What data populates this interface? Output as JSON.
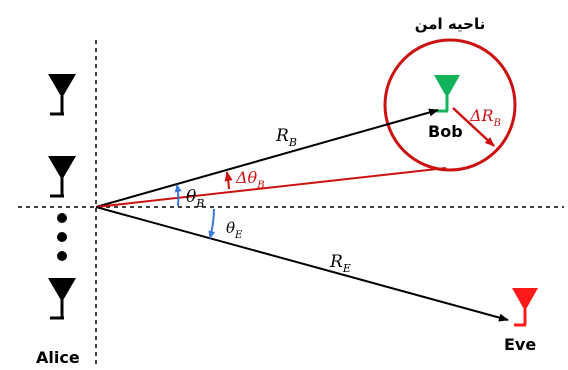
{
  "labels": {
    "safe_zone": "ناحیه امن",
    "bob": "Bob",
    "eve": "Eve",
    "alice": "Alice",
    "r_b": "R",
    "r_b_sub": "B",
    "r_e": "R",
    "r_e_sub": "E",
    "theta_b": "θ",
    "theta_b_sub": "B",
    "theta_e": "θ",
    "theta_e_sub": "E",
    "delta_theta_b": "Δθ",
    "delta_theta_b_sub": "B",
    "delta_r_b": "ΔR",
    "delta_r_b_sub": "B"
  },
  "colors": {
    "black": "#000000",
    "red": "#cc1111",
    "bright_red": "#ff1a1a",
    "green": "#12b35a",
    "blue": "#3b78d8"
  },
  "icons": {
    "alice_antennas": "antenna-icon",
    "bob_antenna": "antenna-icon",
    "eve_antenna": "antenna-icon"
  }
}
